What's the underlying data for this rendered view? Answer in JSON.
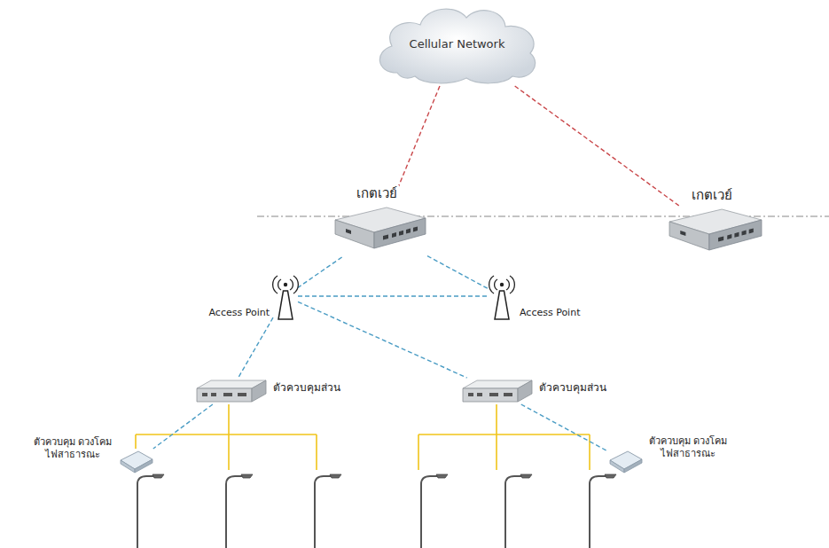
{
  "diagram": {
    "nodes": [
      {
        "text": [
          "Cellular Network"
        ]
      },
      {
        "text": [
          "เกตเวย์"
        ]
      },
      {
        "text": [
          "เกตเวย์"
        ]
      },
      {
        "text": [
          "Access Point"
        ]
      },
      {
        "text": [
          "Access Point"
        ]
      },
      {
        "text": [
          "ตัวควบคุมส่วน"
        ]
      },
      {
        "text": [
          "ตัวควบคุมส่วน"
        ]
      },
      {
        "text": [
          "ตัวควบคุม ดวงโคมไฟสาธารณะ"
        ]
      },
      {
        "text": [
          "ตัวควบคุม ดวงโคมไฟสาธารณะ"
        ]
      }
    ],
    "edges": [
      {
        "from": 0,
        "to": 1,
        "arrow": "none"
      },
      {
        "from": 0,
        "to": 2,
        "arrow": "none"
      },
      {
        "from": 1,
        "to": 3,
        "arrow": "none"
      },
      {
        "from": 1,
        "to": 4,
        "arrow": "none"
      },
      {
        "from": 3,
        "to": 4,
        "arrow": "none"
      },
      {
        "from": 3,
        "to": 5,
        "arrow": "none"
      },
      {
        "from": 3,
        "to": 6,
        "arrow": "none"
      },
      {
        "from": 5,
        "to": 7,
        "arrow": "none"
      },
      {
        "from": 6,
        "to": 8,
        "arrow": "none"
      }
    ]
  }
}
